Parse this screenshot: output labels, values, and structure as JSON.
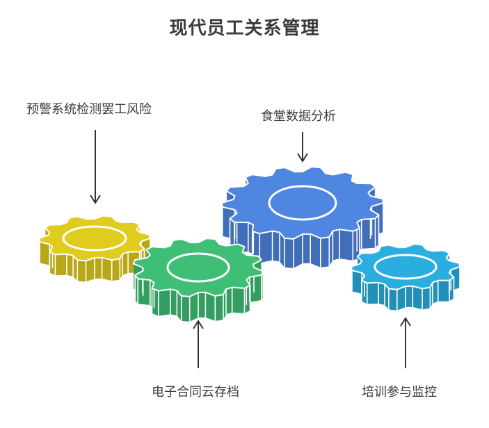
{
  "title": "现代员工关系管理",
  "items": [
    {
      "id": "warning",
      "label": "预警系统检测罢工风险",
      "color": "#e0cc1c",
      "side": "#ffffff"
    },
    {
      "id": "contract",
      "label": "电子合同云存档",
      "color": "#3fbf76",
      "side": "#ffffff"
    },
    {
      "id": "canteen",
      "label": "食堂数据分析",
      "color": "#4f86e0",
      "side": "#ffffff"
    },
    {
      "id": "training",
      "label": "培训参与监控",
      "color": "#2aaee0",
      "side": "#ffffff"
    }
  ],
  "arrow_color": "#333333"
}
